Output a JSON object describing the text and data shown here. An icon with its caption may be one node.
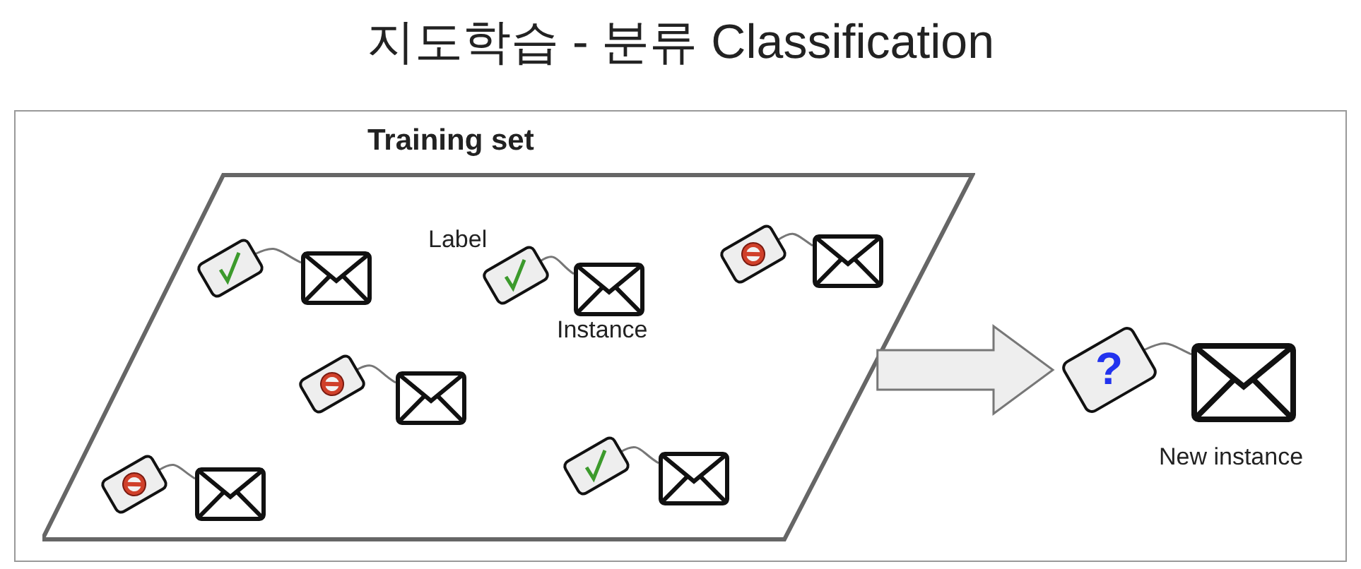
{
  "diagram": {
    "title": "지도학습 - 분류 Classification",
    "nodes": [
      {
        "text": [
          "Training set"
        ]
      },
      {
        "text": [],
        "shape": "tag",
        "in": 0
      },
      {
        "text": [],
        "shape": "envelope",
        "in": 0
      },
      {
        "text": [],
        "shape": "tag",
        "in": 0,
        "beside": [
          "Label"
        ]
      },
      {
        "text": [],
        "shape": "envelope",
        "in": 0,
        "beside": [
          "Instance"
        ]
      },
      {
        "text": [],
        "shape": "tag",
        "in": 0
      },
      {
        "text": [],
        "shape": "envelope",
        "in": 0
      },
      {
        "text": [],
        "shape": "tag",
        "in": 0
      },
      {
        "text": [],
        "shape": "envelope",
        "in": 0
      },
      {
        "text": [],
        "shape": "tag",
        "in": 0
      },
      {
        "text": [],
        "shape": "envelope",
        "in": 0
      },
      {
        "text": [],
        "shape": "tag",
        "in": 0
      },
      {
        "text": [],
        "shape": "envelope",
        "in": 0
      },
      {
        "text": [
          "?"
        ]
      },
      {
        "text": [],
        "shape": "envelope",
        "beside": [
          "New instance"
        ]
      }
    ],
    "edges": [
      {
        "from": 1,
        "to": 2,
        "arrow": "none"
      },
      {
        "from": 3,
        "to": 4,
        "arrow": "none"
      },
      {
        "from": 5,
        "to": 6,
        "arrow": "none"
      },
      {
        "from": 7,
        "to": 8,
        "arrow": "none"
      },
      {
        "from": 9,
        "to": 10,
        "arrow": "none"
      },
      {
        "from": 11,
        "to": 12,
        "arrow": "none"
      },
      {
        "from": 0,
        "to": 13,
        "arrow": "to",
        "style": "thick"
      },
      {
        "from": 13,
        "to": 14,
        "arrow": "none"
      }
    ]
  }
}
